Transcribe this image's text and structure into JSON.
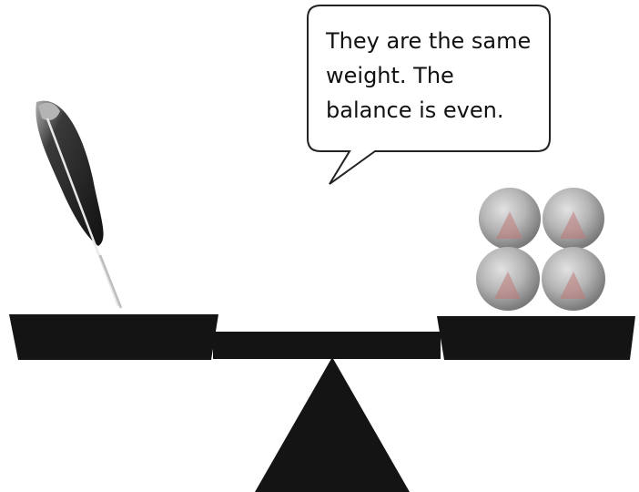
{
  "speech_bubble": {
    "text": "They are the same\nweight.  The\nbalance is even."
  },
  "scene": {
    "left_pan_object": "feather",
    "right_pan_object": "four balls",
    "ball_count": 4,
    "balance_state": "even"
  },
  "colors": {
    "beam": "#141414",
    "fulcrum": "#141414",
    "feather_dark": "#1e1e1e",
    "feather_tip": "#a8a8a8",
    "ball_fill": "#b4b4b4",
    "ball_accent": "#c07878",
    "bubble_stroke": "#222222"
  }
}
